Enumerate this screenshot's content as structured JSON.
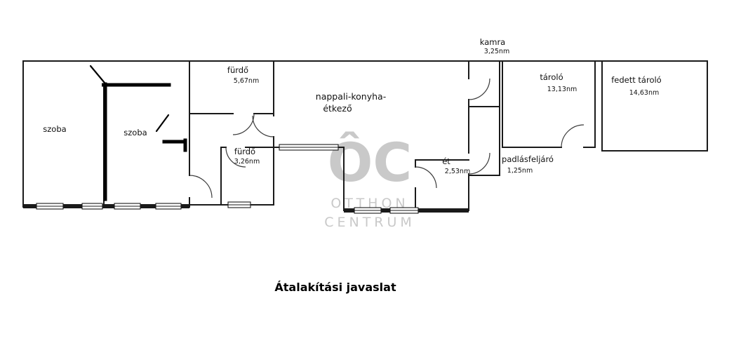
{
  "title": "Átalakítási javaslat",
  "watermark": {
    "logo": "ÔC",
    "line1": "OTTHON",
    "line2": "CENTRUM"
  },
  "rooms": {
    "szoba_left": {
      "name": "szoba"
    },
    "szoba_right": {
      "name": "szoba"
    },
    "furdo_top": {
      "name": "fürdő",
      "area": "5,67nm"
    },
    "nappali": {
      "name_line1": "nappali-konyha-",
      "name_line2": "étkező"
    },
    "furdo_small": {
      "name": "fürdő",
      "area": "3,26nm"
    },
    "kamra": {
      "name": "kamra",
      "area": "3,25nm"
    },
    "etkezo": {
      "name": "ét",
      "area": "2,53nm"
    },
    "padlasfeljaro": {
      "name": "padlásfeljáró",
      "area": "1,25nm"
    },
    "tarolo": {
      "name": "tároló",
      "area": "13,13nm"
    },
    "fedett_tarolo": {
      "name": "fedett tároló",
      "area": "14,63nm"
    }
  },
  "colors": {
    "wall": "#1a1a1a",
    "modification": "#000000",
    "watermark": "#c9c9c9",
    "background": "#ffffff"
  }
}
